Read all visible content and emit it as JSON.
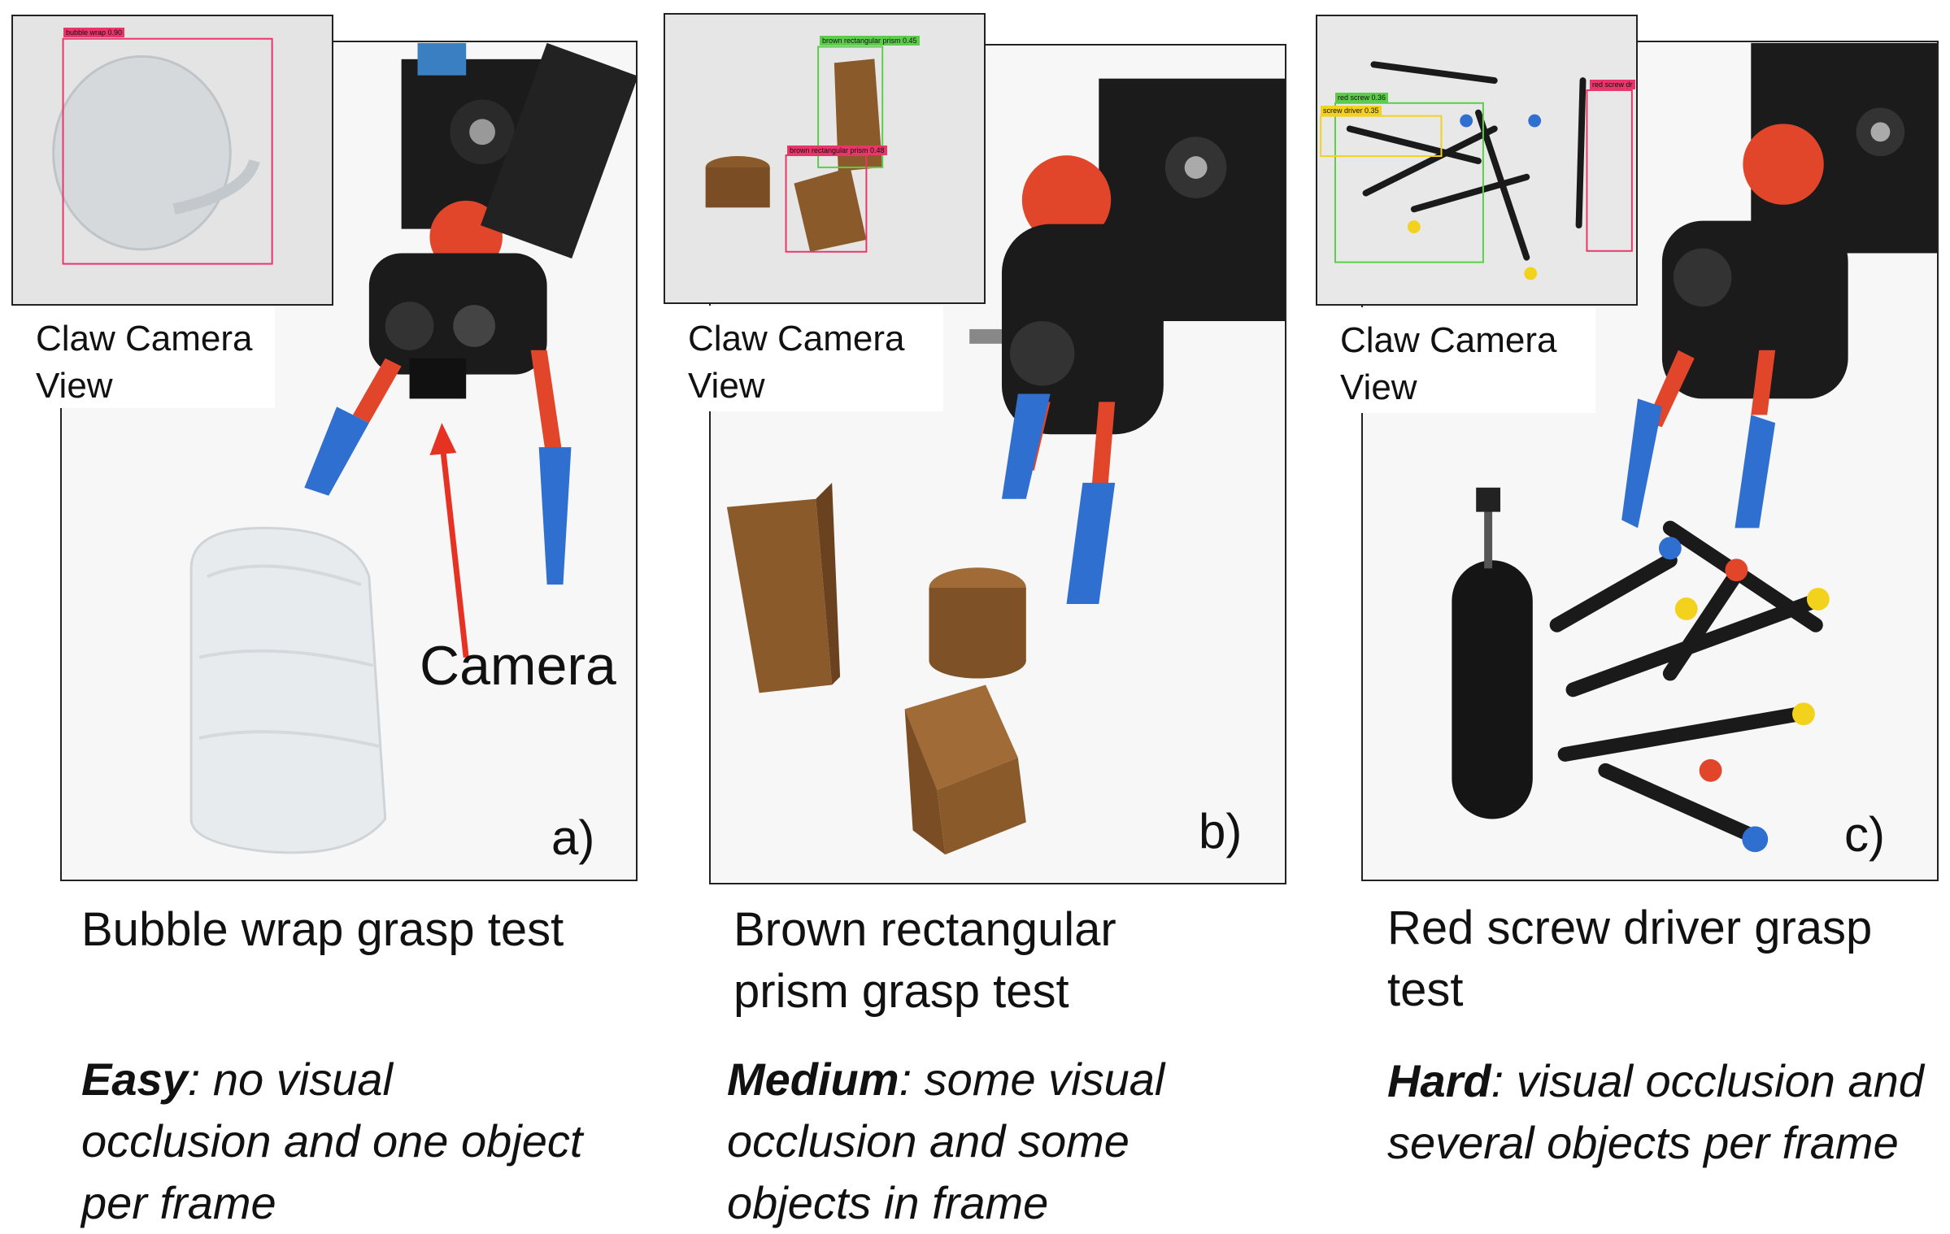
{
  "panels": [
    {
      "letter": "a)",
      "inset_label_line1": "Claw Camera",
      "inset_label_line2": "View",
      "annotation": "Camera",
      "detections": [
        {
          "label": "bubble wrap 0.90",
          "color": "#e8356a"
        }
      ],
      "title": "Bubble wrap grasp test",
      "difficulty": "Easy",
      "difficulty_desc": ": no visual occlusion and one object per frame"
    },
    {
      "letter": "b)",
      "inset_label_line1": "Claw Camera",
      "inset_label_line2": "View",
      "detections": [
        {
          "label": "brown rectangular prism 0.45",
          "color": "#5dcc4c"
        },
        {
          "label": "brown rectangular prism 0.48",
          "color": "#e8356a"
        }
      ],
      "title": "Brown rectangular prism grasp test",
      "difficulty": "Medium",
      "difficulty_desc": ": some visual occlusion and some objects in frame"
    },
    {
      "letter": "c)",
      "inset_label_line1": "Claw Camera",
      "inset_label_line2": "View",
      "detections": [
        {
          "label": "red screw 0.36",
          "color": "#5dcc4c"
        },
        {
          "label": "screw driver 0.35",
          "color": "#f2d21c"
        },
        {
          "label": "red screw dr",
          "color": "#e8356a"
        }
      ],
      "title": "Red screw driver grasp test",
      "difficulty": "Hard",
      "difficulty_desc": ": visual occlusion and several objects per frame"
    }
  ],
  "colors": {
    "claw_orange": "#e2462a",
    "finger_blue": "#2f6fd0",
    "robot_black": "#1b1b1b",
    "brown_object": "#8a5a2b",
    "arrow_red": "#e63222"
  }
}
